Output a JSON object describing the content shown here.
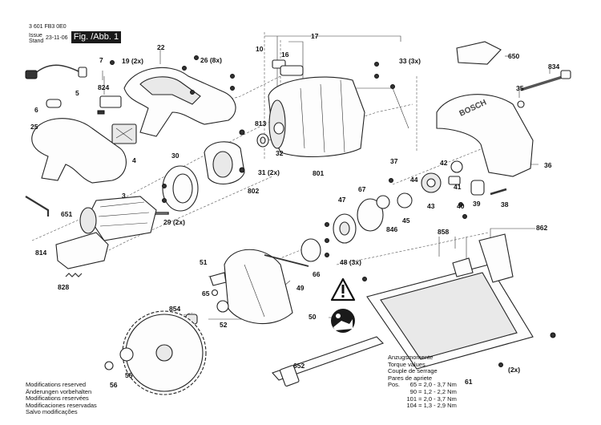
{
  "header": {
    "part_number": "3 601 FB3 0E0",
    "issue_label": "Issue",
    "stand_label": "Stand",
    "date": "23-11-06",
    "figure": "Fig. /Abb. 1"
  },
  "footer_notes": [
    "Modifications reserved",
    "Änderungen vorbehalten",
    "Modifications reservées",
    "Modificaciones reservadas",
    "Salvo modificações"
  ],
  "torque_table": {
    "titles": [
      "Anzugsmomente",
      "Torque values",
      "Couple de serrage",
      "Pares de apriete"
    ],
    "rows": [
      {
        "pos": "Pos.",
        "id": "65",
        "value": "2,0 - 3,7 Nm"
      },
      {
        "pos": "",
        "id": "90",
        "value": "1,2 - 2,2 Nm"
      },
      {
        "pos": "",
        "id": "101",
        "value": "2,0 - 3,7 Nm"
      },
      {
        "pos": "",
        "id": "104",
        "value": "1,3 - 2,9 Nm"
      }
    ]
  },
  "part_labels": [
    "17",
    "10",
    "16",
    "33 (3x)",
    "650",
    "834",
    "7",
    "19 (2x)",
    "22",
    "26 (8x)",
    "5",
    "824",
    "6",
    "25",
    "4",
    "813",
    "32",
    "31 (2x)",
    "802",
    "801",
    "35",
    "36",
    "30",
    "37",
    "44",
    "42",
    "41",
    "43",
    "40",
    "39",
    "38",
    "3",
    "29 (2x)",
    "651",
    "47",
    "67",
    "846",
    "45",
    "814",
    "828",
    "51",
    "49",
    "66",
    "48 (3x)",
    "858",
    "862",
    "65",
    "854",
    "52",
    "50",
    "56",
    "55",
    "652",
    "61",
    "(2x)"
  ],
  "icons": [
    "warning-triangle-icon",
    "read-manual-icon"
  ],
  "brand": "BOSCH"
}
